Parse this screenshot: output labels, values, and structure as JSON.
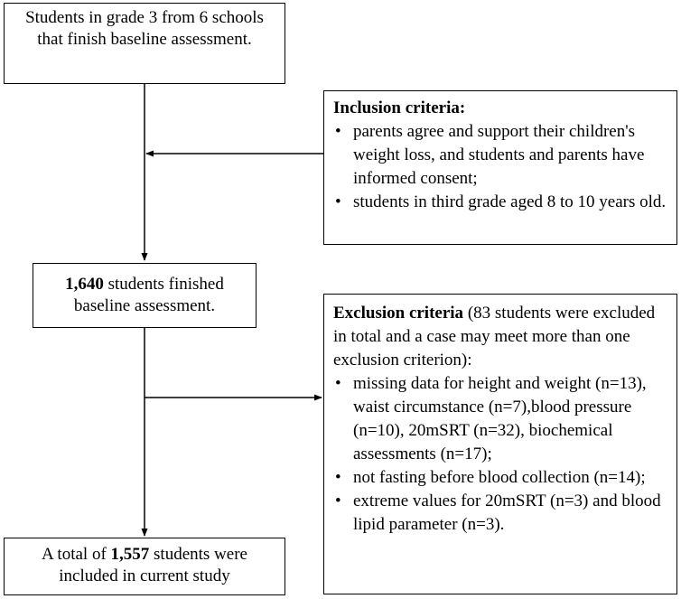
{
  "box_top": {
    "text": "Students in grade 3 from 6 schools that finish baseline assessment."
  },
  "box_middle": {
    "count": "1,640",
    "text": " students finished baseline assessment."
  },
  "box_bottom": {
    "prefix": "A total of ",
    "count": "1,557",
    "suffix": " students were included in current study"
  },
  "inclusion": {
    "title": "Inclusion criteria:",
    "items": [
      "parents agree and support their children's weight loss, and students and parents have informed consent;",
      "students in third grade aged 8 to 10 years old."
    ]
  },
  "exclusion": {
    "title": "Exclusion criteria",
    "note": " (83 students were excluded in total and a case may meet more than one exclusion criterion):",
    "items": [
      "missing data for height and weight (n=13), waist circumstance (n=7),blood pressure (n=10), 20mSRT (n=32), biochemical assessments (n=17);",
      "not fasting before blood collection (n=14);",
      "extreme values for 20mSRT (n=3) and blood lipid parameter (n=3)."
    ]
  }
}
